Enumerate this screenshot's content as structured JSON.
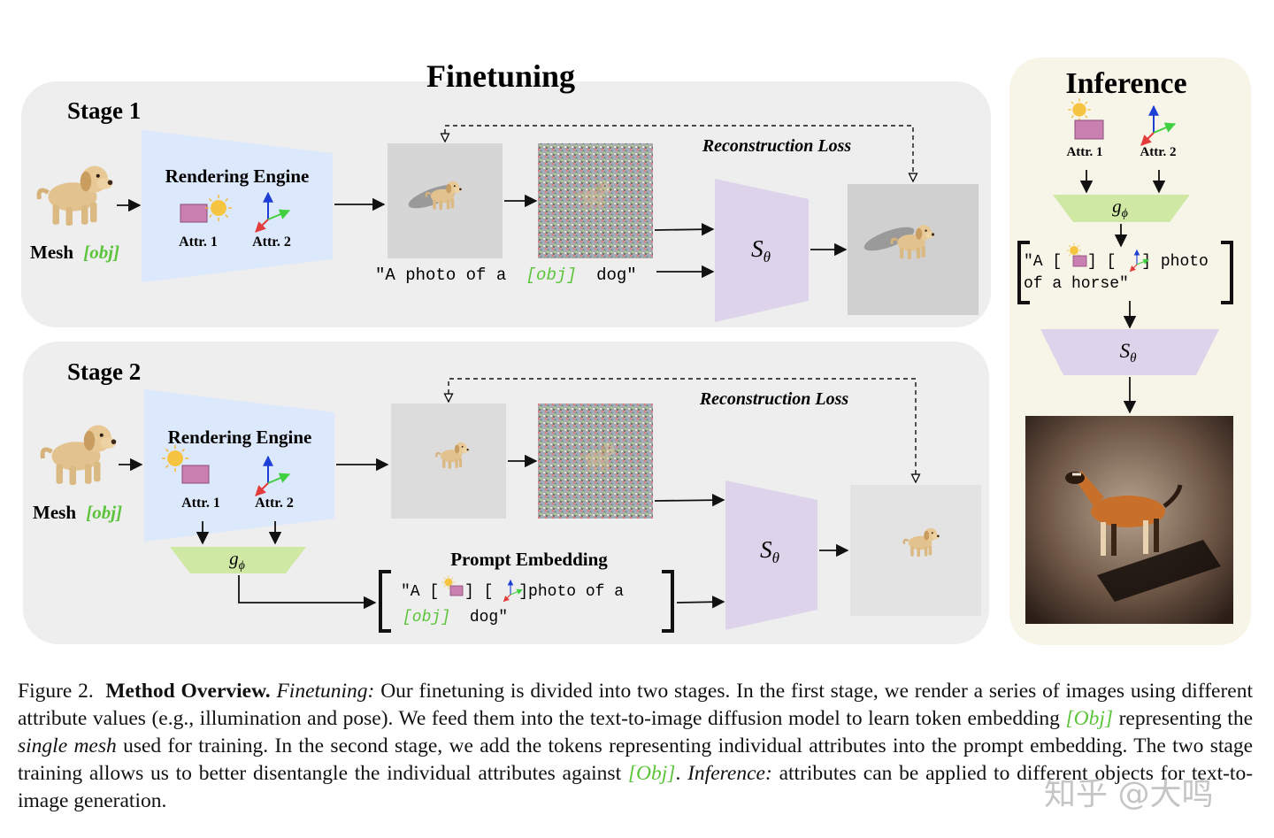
{
  "finetuning_title": "Finetuning",
  "inference_title": "Inference",
  "stage1": {
    "label": "Stage 1",
    "mesh_label": "Mesh",
    "obj_token": "[obj]",
    "engine_label": "Rendering Engine",
    "attr1": "Attr. 1",
    "attr2": "Attr. 2",
    "loss_label": "Reconstruction Loss",
    "prompt_before": "\"A photo of a",
    "prompt_obj": "[obj]",
    "prompt_after": "dog\"",
    "model_symbol": "S",
    "model_sub": "θ"
  },
  "stage2": {
    "label": "Stage 2",
    "mesh_label": "Mesh",
    "obj_token": "[obj]",
    "engine_label": "Rendering Engine",
    "attr1": "Attr. 1",
    "attr2": "Attr. 2",
    "loss_label": "Reconstruction Loss",
    "mapper_symbol": "g",
    "mapper_sub": "ϕ",
    "embedding_title": "Prompt Embedding",
    "embed_line1_a": "\"A [",
    "embed_line1_b": "] [",
    "embed_line1_c": "]photo of a",
    "embed_obj": "[obj]",
    "embed_line2": "dog\"",
    "model_symbol": "S",
    "model_sub": "θ"
  },
  "inference": {
    "attr1": "Attr. 1",
    "attr2": "Attr. 2",
    "mapper_symbol": "g",
    "mapper_sub": "ϕ",
    "prompt_line1_a": "\"A [",
    "prompt_line1_b": "] [",
    "prompt_line1_c": "] photo",
    "prompt_line2": "of a horse\"",
    "model_symbol": "S",
    "model_sub": "θ"
  },
  "caption": {
    "figure_label": "Figure 2.",
    "heading": "Method Overview.",
    "finetuning_label": "Finetuning:",
    "text1": "Our finetuning is divided into two stages. In the first stage, we render a series of images using different attribute values (e.g., illumination and pose). We feed them into the text-to-image diffusion model to learn token embedding",
    "obj1": "[Obj]",
    "text2": "representing the",
    "single_mesh": "single mesh",
    "text3": "used for training. In the second stage, we add the tokens representing individual attributes into the prompt embedding. The two stage training allows us to better disentangle the individual attributes against",
    "obj2": "[Obj]",
    "text4": ".",
    "inference_label": "Inference:",
    "text5": "attributes can be applied to different objects for text-to-image generation."
  },
  "watermark": "知乎 @大鸣",
  "colors": {
    "panel_gray": "#eeeeee",
    "panel_inference": "#f7f4e8",
    "engine_blue": "#dce8fb",
    "model_purple": "#ddd3ea",
    "mapper_green": "#cfe9a4",
    "obj_green": "#5bc43a",
    "attr_box": "#c97fb0",
    "sun": "#f5c542"
  },
  "icons": [
    "dog-mesh-icon",
    "sun-icon",
    "color-box-icon",
    "pose-axes-icon",
    "noise-image",
    "horse-image"
  ]
}
